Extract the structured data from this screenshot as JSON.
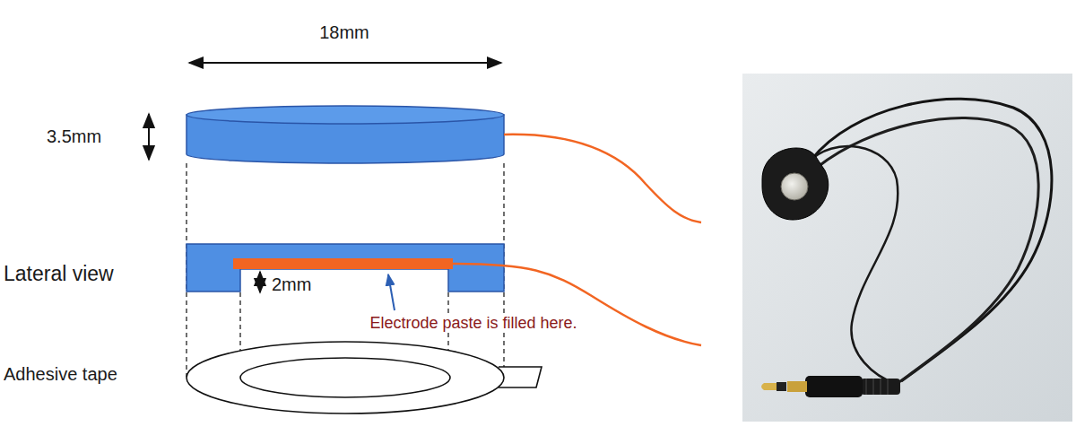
{
  "diagram": {
    "labels": [
      "18mm",
      "3.5mm",
      "Lateral view",
      "2mm",
      "Electrode paste is filled here.",
      "Adhesive tape"
    ]
  }
}
